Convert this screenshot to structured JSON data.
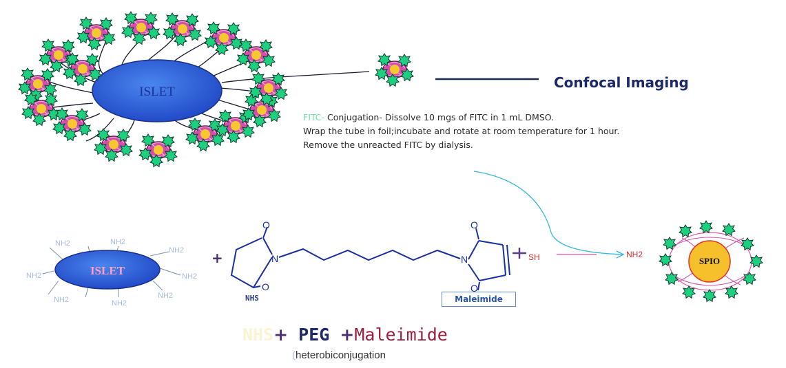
{
  "labels": {
    "islet_top": "ISLET",
    "islet_bottom": "ISLET",
    "spio": "SPIO",
    "confocal": "Confocal Imaging",
    "nh2": "NH2",
    "nh2_linker": "NH2",
    "sh": "SH",
    "nhs": "NHS",
    "maleimide_box": "Maleimide",
    "atom_o": "O",
    "atom_n": "N"
  },
  "protocol": {
    "fitc": "FITC-",
    "line1": " Conjugation- Dissolve 10 mgs of FITC in 1 mL DMSO.",
    "line2": "Wrap the tube in foil;incubate and rotate at room temperature for 1 hour.",
    "line3": "Remove the unreacted FITC by dialysis."
  },
  "summary": {
    "nhs": "NHS",
    "plus": "+",
    "peg": "PEG",
    "maleimide": "Maleimide",
    "paren": "(",
    "hetero": "heterobiconjugation"
  },
  "colors": {
    "islet_fill": "#2a5fd8",
    "spio_fill": "#f6c02c",
    "fitc_green": "#6ee0a4",
    "pink_strand": "#e25aa6",
    "arrow_cyan": "#33b7e0"
  }
}
